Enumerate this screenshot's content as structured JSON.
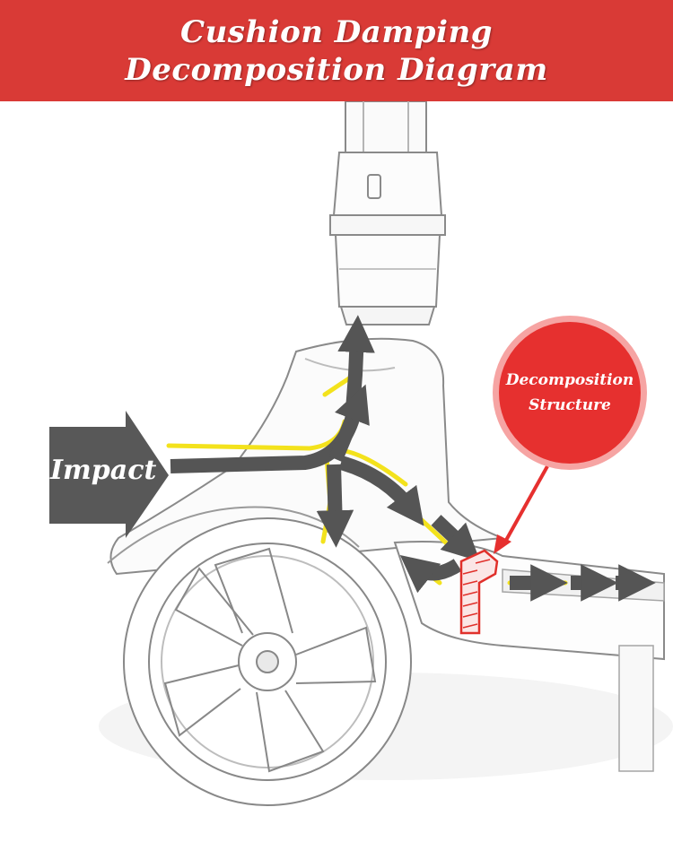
{
  "header": {
    "title_line1": "Cushion Damping",
    "title_line2": "Decomposition Diagram"
  },
  "labels": {
    "impact": "Impact",
    "callout_line1": "Decomposition",
    "callout_line2": "Structure"
  },
  "colors": {
    "banner": "#d93a36",
    "arrow": "#555555",
    "highlight": "#f3e21c",
    "callout_fill": "#e6302f",
    "callout_ring": "#f6a4a3"
  }
}
